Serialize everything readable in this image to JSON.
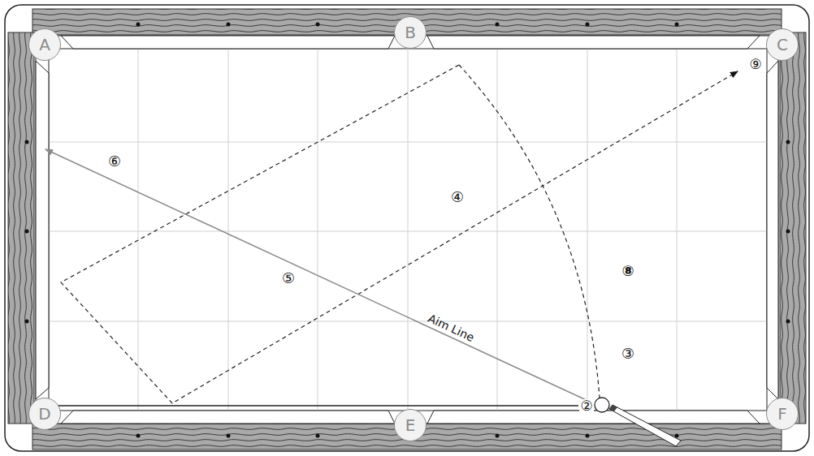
{
  "diagram": {
    "nodes": [
      {
        "text": [
          "A"
        ]
      },
      {
        "text": [
          "B"
        ]
      },
      {
        "text": [
          "C"
        ]
      },
      {
        "text": [
          "D"
        ]
      },
      {
        "text": [
          "E"
        ]
      },
      {
        "text": [
          "F"
        ]
      }
    ],
    "labels": [
      "⑨",
      "⑥",
      "④",
      "⑤",
      "⑧",
      "③",
      "②",
      "Aim Line"
    ]
  }
}
